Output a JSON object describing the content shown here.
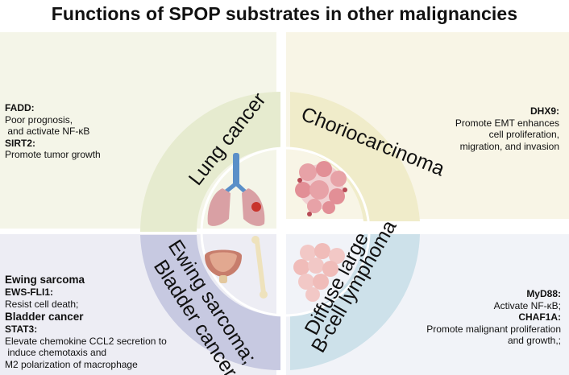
{
  "title": "Functions of SPOP substrates in other malignancies",
  "quadrants": {
    "lung": {
      "label": "Lung cancer",
      "items": [
        {
          "key": "FADD:",
          "desc": [
            "Poor prognosis,",
            " and activate NF-κB"
          ]
        },
        {
          "key": "SIRT2:",
          "desc": [
            "Promote tumor growth"
          ]
        }
      ]
    },
    "chorio": {
      "label": "Choriocarcinoma",
      "items": [
        {
          "key": "DHX9:",
          "desc": [
            "Promote EMT enhances",
            "cell proliferation,",
            "migration, and invasion"
          ]
        }
      ]
    },
    "ewing": {
      "label_line1": "Ewing sarcoma;",
      "label_line2": "Bladder cancer",
      "sections": [
        {
          "heading": "Ewing sarcoma",
          "key": "EWS-FLI1:",
          "desc": [
            "Resist cell death;"
          ]
        },
        {
          "heading": "Bladder cancer",
          "key": "STAT3:",
          "desc": [
            "Elevate chemokine CCL2 secretion to",
            " induce chemotaxis and",
            "M2 polarization of macrophage"
          ]
        }
      ]
    },
    "dlbcl": {
      "label_line1": "Diffuse large",
      "label_line2": "B-cell lymphoma",
      "items": [
        {
          "key": "MyD88:",
          "desc": [
            "Activate NF-κB;"
          ]
        },
        {
          "key": "CHAF1A:",
          "desc": [
            "Promote malignant proliferation",
            "and growth,;"
          ]
        }
      ]
    }
  },
  "colors": {
    "lung_ring": "#e6ebcf",
    "chorio_ring": "#f0ecca",
    "ewing_ring": "#c7c9e1",
    "dlbcl_ring": "#cde1ea",
    "divider": "#ffffff"
  },
  "icons": {
    "lung": "lungs-icon",
    "chorio": "tumor-cell-cluster-icon",
    "ewing": "bladder-and-bone-icon",
    "dlbcl": "b-cell-cluster-icon"
  }
}
